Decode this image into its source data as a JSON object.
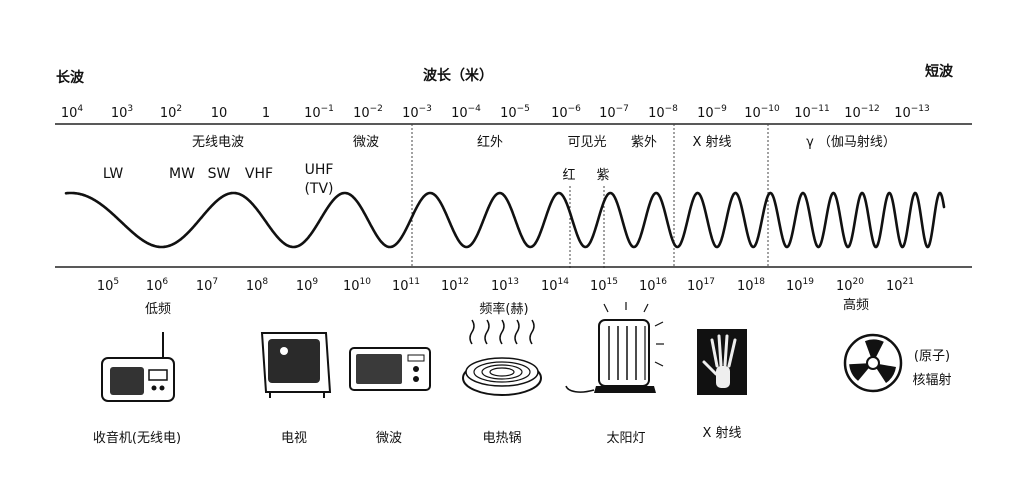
{
  "header": {
    "left_label": "长波",
    "center_label": "波长（米）",
    "right_label": "短波"
  },
  "wavelength_ticks": [
    {
      "base": "10",
      "exp": "4"
    },
    {
      "base": "10",
      "exp": "3"
    },
    {
      "base": "10",
      "exp": "2"
    },
    {
      "base": "10",
      "exp": ""
    },
    {
      "base": "1",
      "exp": ""
    },
    {
      "base": "10",
      "exp": "−1"
    },
    {
      "base": "10",
      "exp": "−2"
    },
    {
      "base": "10",
      "exp": "−3"
    },
    {
      "base": "10",
      "exp": "−4"
    },
    {
      "base": "10",
      "exp": "−5"
    },
    {
      "base": "10",
      "exp": "−6"
    },
    {
      "base": "10",
      "exp": "−7"
    },
    {
      "base": "10",
      "exp": "−8"
    },
    {
      "base": "10",
      "exp": "−9"
    },
    {
      "base": "10",
      "exp": "−10"
    },
    {
      "base": "10",
      "exp": "−11"
    },
    {
      "base": "10",
      "exp": "−12"
    },
    {
      "base": "10",
      "exp": "−13"
    }
  ],
  "regions": {
    "radio": "无线电波",
    "microwave": "微波",
    "infrared": "红外",
    "visible": "可见光",
    "ultraviolet": "紫外",
    "xray": "X 射线",
    "gamma": "γ （伽马射线）"
  },
  "bands": {
    "lw": "LW",
    "mw": "MW",
    "sw": "SW",
    "vhf": "VHF",
    "uhf": "UHF",
    "tv": "(TV)",
    "red": "红",
    "violet": "紫"
  },
  "frequency_ticks": [
    {
      "base": "10",
      "exp": "5"
    },
    {
      "base": "10",
      "exp": "6"
    },
    {
      "base": "10",
      "exp": "7"
    },
    {
      "base": "10",
      "exp": "8"
    },
    {
      "base": "10",
      "exp": "9"
    },
    {
      "base": "10",
      "exp": "10"
    },
    {
      "base": "10",
      "exp": "11"
    },
    {
      "base": "10",
      "exp": "12"
    },
    {
      "base": "10",
      "exp": "13"
    },
    {
      "base": "10",
      "exp": "14"
    },
    {
      "base": "10",
      "exp": "15"
    },
    {
      "base": "10",
      "exp": "16"
    },
    {
      "base": "10",
      "exp": "17"
    },
    {
      "base": "10",
      "exp": "18"
    },
    {
      "base": "10",
      "exp": "19"
    },
    {
      "base": "10",
      "exp": "20"
    },
    {
      "base": "10",
      "exp": "21"
    }
  ],
  "frequency": {
    "low": "低频",
    "axis": "频率(赫)",
    "high": "高频"
  },
  "items": {
    "radio": "收音机(无线电)",
    "tv": "电视",
    "microwave_oven": "微波",
    "hotplate": "电热锅",
    "sunlamp": "太阳灯",
    "xray": "X 射线",
    "atom_line1": "(原子)",
    "atom_line2": "核辐射"
  }
}
